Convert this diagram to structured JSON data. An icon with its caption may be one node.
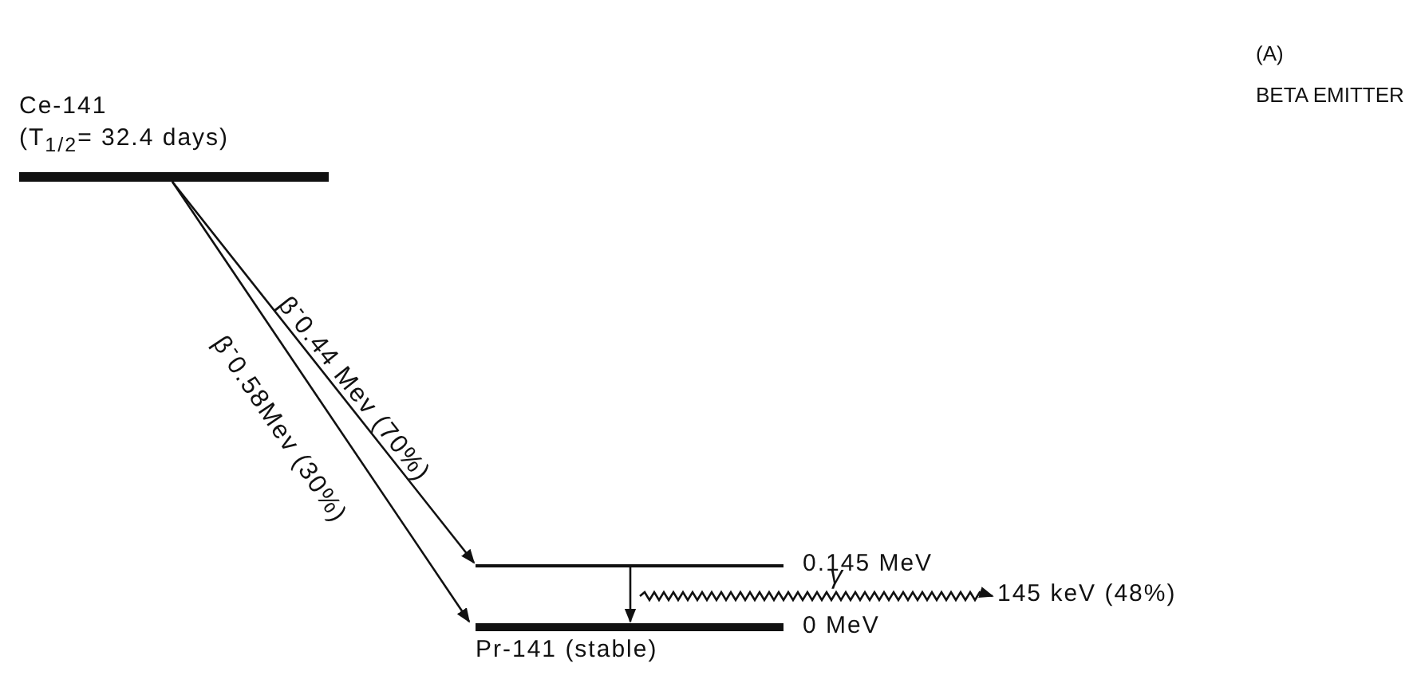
{
  "diagram": {
    "nodes": [
      {
        "text": [
          "Ce-141",
          "(T$_{1/2}$= 32.4 days)"
        ]
      },
      {
        "text": [
          "0.145 MeV"
        ]
      },
      {
        "text": [
          "0 MeV",
          "Pr-141 (stable)"
        ]
      },
      {
        "text": [
          "145 keV (48%)"
        ]
      }
    ],
    "edges": [
      {
        "from": 0,
        "to": 1,
        "arrow": "to",
        "label": "β$^{-}$0.44 Mev (70%)"
      },
      {
        "from": 0,
        "to": 2,
        "arrow": "to",
        "label": "β$^{-}$0.58Mev (30%)"
      },
      {
        "from": 1,
        "to": 2,
        "arrow": "to"
      },
      {
        "from": null,
        "to": 3,
        "arrow": "to",
        "label": "γ"
      }
    ],
    "labels": [
      "(A)",
      "BETA EMITTER"
    ]
  }
}
